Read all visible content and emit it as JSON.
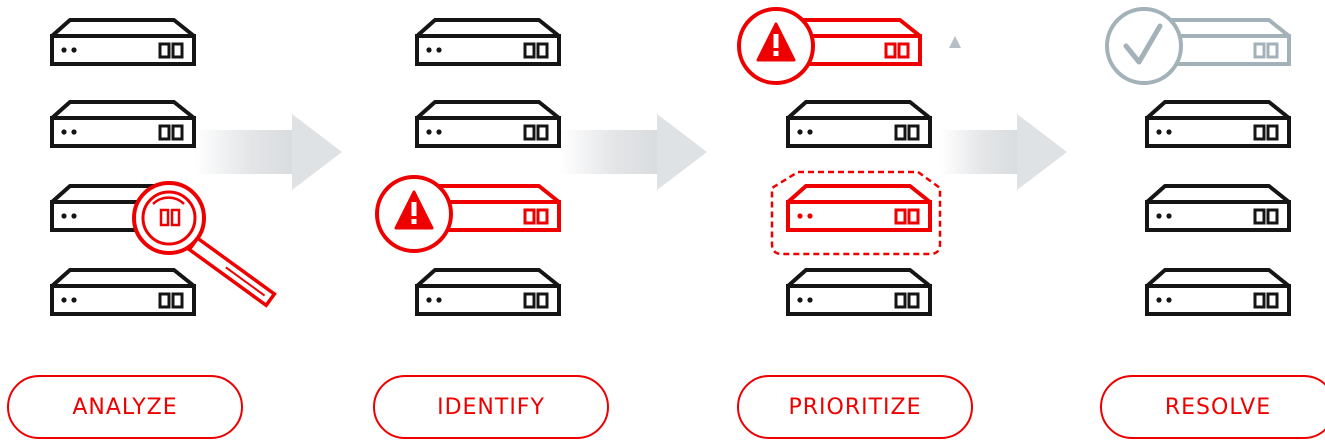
{
  "colors": {
    "black": "#151515",
    "red": "#ee0000",
    "grey": "#a3b1b8",
    "arrow": "#e3e5e7"
  },
  "stages": [
    {
      "label": "ANALYZE"
    },
    {
      "label": "IDENTIFY"
    },
    {
      "label": "PRIORITIZE"
    },
    {
      "label": "RESOLVE"
    }
  ],
  "icons": {
    "magnifier": "magnifying-glass-icon",
    "warning": "warning-triangle-icon",
    "check": "checkmark-icon",
    "up_arrow": "up-arrow-icon"
  }
}
